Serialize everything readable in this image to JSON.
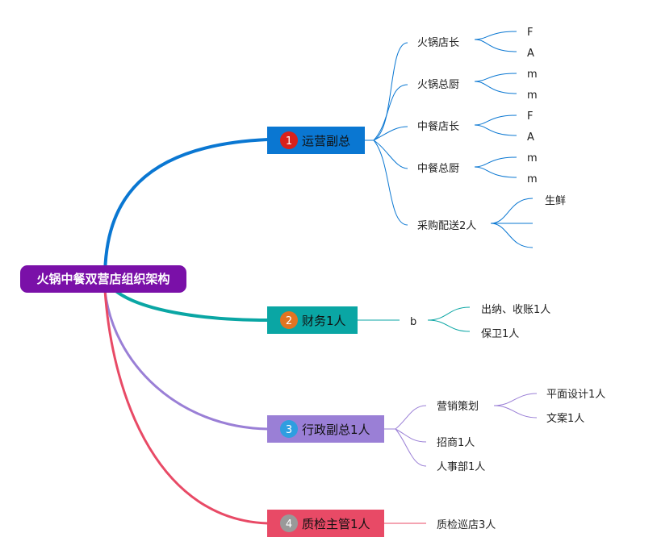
{
  "root": {
    "label": "火锅中餐双营店组织架构",
    "color": "#7a10a8"
  },
  "branches": [
    {
      "num": "1",
      "label": "运营副总",
      "color": "#0a77d2",
      "badge": "#d9211b",
      "children": [
        {
          "label": "火锅店长",
          "children": [
            "F",
            "A"
          ]
        },
        {
          "label": "火锅总厨",
          "children": [
            "m",
            "m"
          ]
        },
        {
          "label": "中餐店长",
          "children": [
            "F",
            "A"
          ]
        },
        {
          "label": "中餐总厨",
          "children": [
            "m",
            "m"
          ]
        },
        {
          "label": "采购配送2人",
          "children": [
            "生鲜",
            "",
            ""
          ]
        }
      ]
    },
    {
      "num": "2",
      "label": "财务1人",
      "color": "#0aa6a4",
      "badge": "#e27421",
      "children": [
        {
          "label": "b",
          "children": [
            "出纳、收账1人",
            "保卫1人"
          ]
        }
      ]
    },
    {
      "num": "3",
      "label": "行政副总1人",
      "color": "#9a7fd6",
      "badge": "#2f9ee0",
      "children": [
        {
          "label": "营销策划",
          "children": [
            "平面设计1人",
            "文案1人"
          ]
        },
        {
          "label": "招商1人",
          "children": []
        },
        {
          "label": "人事部1人",
          "children": []
        }
      ]
    },
    {
      "num": "4",
      "label": "质检主管1人",
      "color": "#e84a66",
      "badge": "#999999",
      "children": [
        {
          "label": "质检巡店3人",
          "children": []
        }
      ]
    }
  ]
}
